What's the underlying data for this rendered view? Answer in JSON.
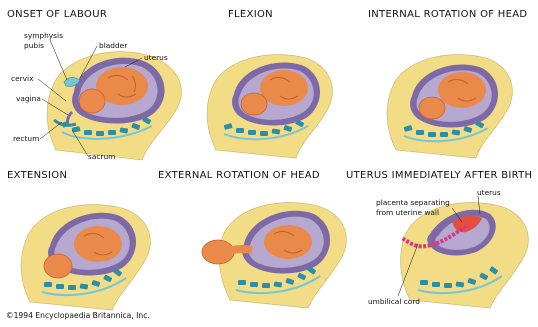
{
  "titles": {
    "onset": "ONSET OF LABOUR",
    "flexion": "FLEXION",
    "internal_rotation": "INTERNAL ROTATION OF HEAD",
    "extension": "EXTENSION",
    "external_rotation": "EXTERNAL ROTATION OF HEAD",
    "after_birth": "UTERUS IMMEDIATELY AFTER BIRTH"
  },
  "labels": {
    "symphysis_pubis": [
      "symphysis",
      "pubis"
    ],
    "bladder": "bladder",
    "uterus": "uterus",
    "cervix": "cervix",
    "vagina": "vagina",
    "rectum": "rectum",
    "sacrum": "sacrum",
    "uterus_after": "uterus",
    "placenta": [
      "placenta separating",
      "from uterine wall"
    ],
    "umbilical_cord": "umbilical cord"
  },
  "copyright": "©1994 Encyclopaedia Britannica, Inc.",
  "colors": {
    "tissue": "#f3dc86",
    "uterus_wall": "#7c69a6",
    "uterus_inner": "#b6a8cf",
    "fetus": "#ea8a4a",
    "fetus_shade": "#c8622d",
    "spine": "#2d8fa5",
    "spine_light": "#78c6d2",
    "placenta": "#e24f3e",
    "cord": "#d23b82"
  }
}
